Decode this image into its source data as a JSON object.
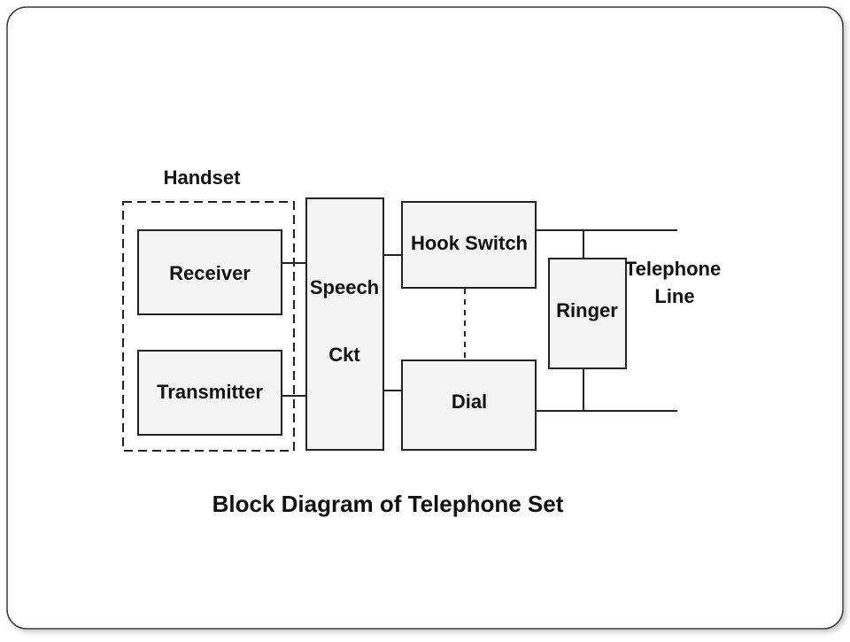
{
  "diagram": {
    "title": "Block Diagram of Telephone Set",
    "handset_label": "Handset",
    "blocks": {
      "receiver": "Receiver",
      "transmitter": "Transmitter",
      "speech_line1": "Speech",
      "speech_line2": "Ckt",
      "hook_switch": "Hook Switch",
      "dial": "Dial",
      "ringer": "Ringer"
    },
    "telephone_line_line1": "Telephone",
    "telephone_line_line2": "Line"
  },
  "colors": {
    "frame": "#3a3a3a",
    "shadow": "#c9c9c9",
    "block_fill": "#f4f4f4",
    "line": "#222222"
  }
}
